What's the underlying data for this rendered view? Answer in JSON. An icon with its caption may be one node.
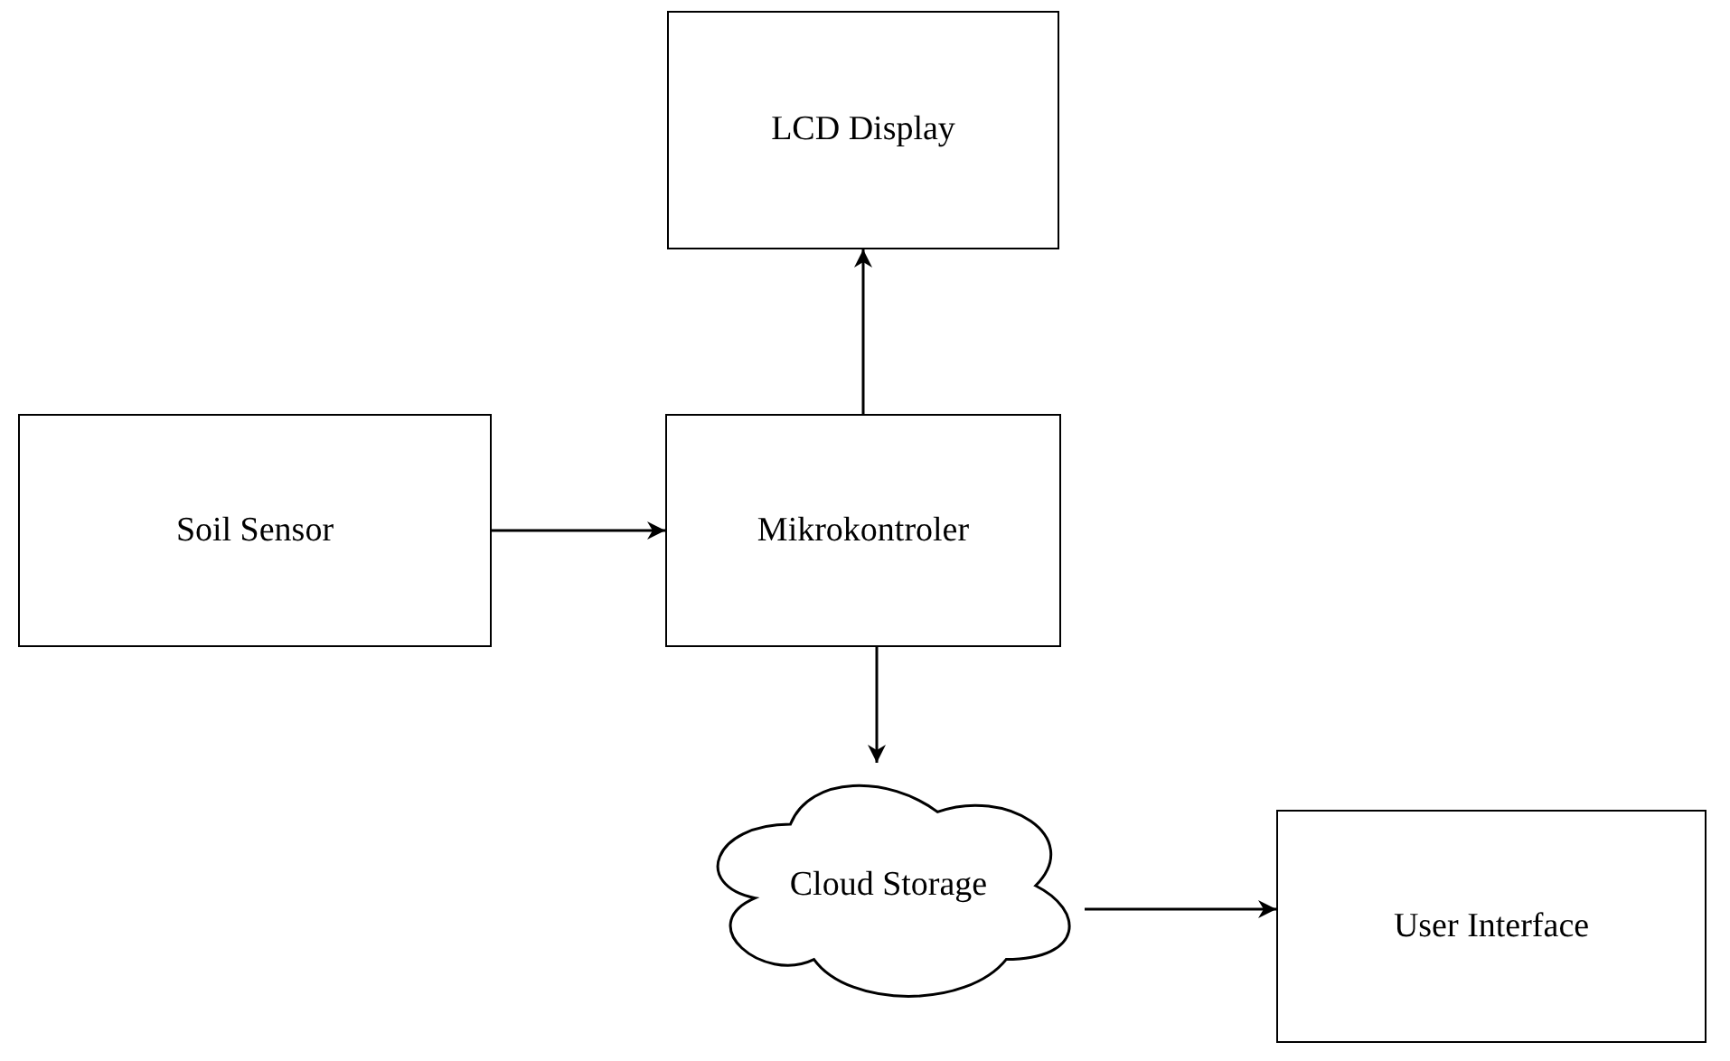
{
  "diagram": {
    "nodes": [
      {
        "text": [
          "LCD Display"
        ]
      },
      {
        "text": [
          "Soil Sensor"
        ]
      },
      {
        "text": [
          "Mikrokontroler"
        ]
      },
      {
        "text": [
          "Cloud Storage"
        ]
      },
      {
        "text": [
          "User Interface"
        ]
      }
    ],
    "edges": [
      {
        "from": 1,
        "to": 2,
        "arrow": "to"
      },
      {
        "from": 2,
        "to": 0,
        "arrow": "to"
      },
      {
        "from": 2,
        "to": 3,
        "arrow": "to"
      },
      {
        "from": 3,
        "to": 4,
        "arrow": "to"
      }
    ]
  }
}
